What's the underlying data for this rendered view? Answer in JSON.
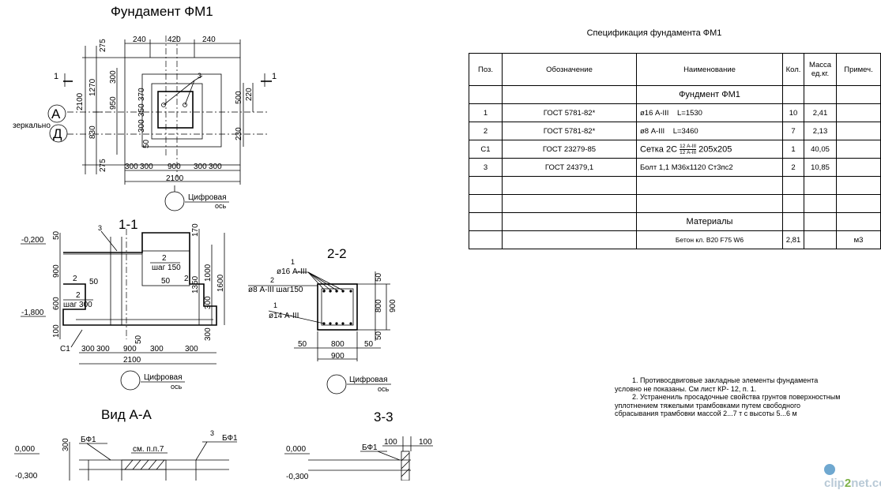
{
  "drawing": {
    "title": "Фундамент ФМ1",
    "section_1_1": "1-1",
    "section_2_2": "2-2",
    "section_3_3": "3-3",
    "view_a_a": "Вид А-А",
    "axis_a": "А",
    "axis_d": "Д",
    "mirror_label": "зеркально",
    "digital_axis_1": "Цифровая",
    "digital_axis_2": "ось",
    "cut_marker": "1",
    "plan_dims": {
      "top_240_left": "240",
      "top_420": "420",
      "top_240_right": "240",
      "left_275_top": "275",
      "left_1270": "1270",
      "left_830": "830",
      "left_275_bot": "275",
      "left_2100": "2100",
      "inner_300": "300",
      "inner_950": "950",
      "inner_350": "350",
      "inner_370": "370",
      "inner_300b": "300",
      "inner_50": "50",
      "right_500": "500",
      "right_220": "220",
      "right_230": "230",
      "bot_300a": "300",
      "bot_300b": "300",
      "bot_900": "900",
      "bot_300c": "300",
      "bot_300d": "300",
      "bot_2100": "2100",
      "leader_3": "3"
    },
    "sec11": {
      "lvl_top": "-0,200",
      "lvl_bot": "-1,800",
      "d50a": "50",
      "d900": "900",
      "d600": "600",
      "d100": "100",
      "step150": "шаг 150",
      "step300": "шаг 300",
      "mark2a": "2",
      "mark2b": "2",
      "mark2c": "2",
      "mark2d": "2",
      "mark3": "3",
      "c1": "С1",
      "d50b": "50",
      "d50c": "50",
      "d50d": "50",
      "r170": "170",
      "r1000": "1000",
      "r1350": "1350",
      "r1600": "1600",
      "r300a": "300",
      "r300b": "300",
      "b300a": "300",
      "b300b": "300",
      "b900": "900",
      "b300c": "300",
      "b300d": "300",
      "b2100": "2100"
    },
    "sec22": {
      "m1": "1",
      "bar16": "ø16 А-III",
      "m2": "2",
      "bar8": "ø8 А-III шаг150",
      "m1b": "1",
      "bar14": "ø14 А-III",
      "d50a": "50",
      "d800": "800",
      "d50b": "50",
      "d900": "900",
      "r50a": "50",
      "r800": "800",
      "r50b": "50",
      "r900": "900"
    },
    "view_aa": {
      "lvl0": "0,000",
      "lvl300": "-0,300",
      "d300": "300",
      "bf1a": "БФ1",
      "note": "см. п.п.7",
      "mark3": "3",
      "bf1b": "БФ1"
    },
    "view_33": {
      "lvl0": "0,000",
      "lvl300": "-0,300",
      "bf1": "БФ1",
      "d100a": "100",
      "d100b": "100"
    }
  },
  "spec": {
    "title": "Спецификация фундамента ФМ1",
    "headers": [
      "Поз.",
      "Обозначение",
      "Наименование",
      "Кол.",
      "Масса ед.кг.",
      "Примеч."
    ],
    "group_title": "Фундмент ФМ1",
    "rows": [
      {
        "pos": "1",
        "designation": "ГОСТ 5781-82*",
        "name": "ø16 А-III    L=1530",
        "qty": "10",
        "mass": "2,41",
        "note": ""
      },
      {
        "pos": "2",
        "designation": "ГОСТ 5781-82*",
        "name": "ø8 А-III    L=3460",
        "qty": "7",
        "mass": "2,13",
        "note": ""
      },
      {
        "pos": "С1",
        "designation": "ГОСТ 23279-85",
        "name": "Сетка 2С",
        "name_frac_top": "12 А-III",
        "name_frac_bot": "12 А-III",
        "name_tail": "205х205",
        "qty": "1",
        "mass": "40,05",
        "note": ""
      },
      {
        "pos": "3",
        "designation": "ГОСТ 24379,1",
        "name": "Болт 1,1 М36х1120 Ст3пс2",
        "qty": "2",
        "mass": "10,85",
        "note": ""
      }
    ],
    "materials_title": "Материалы",
    "material_row": {
      "pos": "",
      "designation": "",
      "name": "Бетон кл. В20 F75 W6",
      "qty": "2,81",
      "mass": "",
      "note": "м3"
    }
  },
  "notes": {
    "n1": "1. Противосдвиговые закладные элементы фундамента условно не показаны. См лист  КР- 12, п. 1.",
    "n2": "2. Устранениль просадочные свойства грунтов поверхностным уплотнением тяжелыми трамбовками путем свободного сбрасывания трамбовки массой  2...7 т с высоты 5...6 м"
  },
  "watermark": {
    "part1": "clip",
    "part2": "2",
    "part3": "net.com"
  }
}
